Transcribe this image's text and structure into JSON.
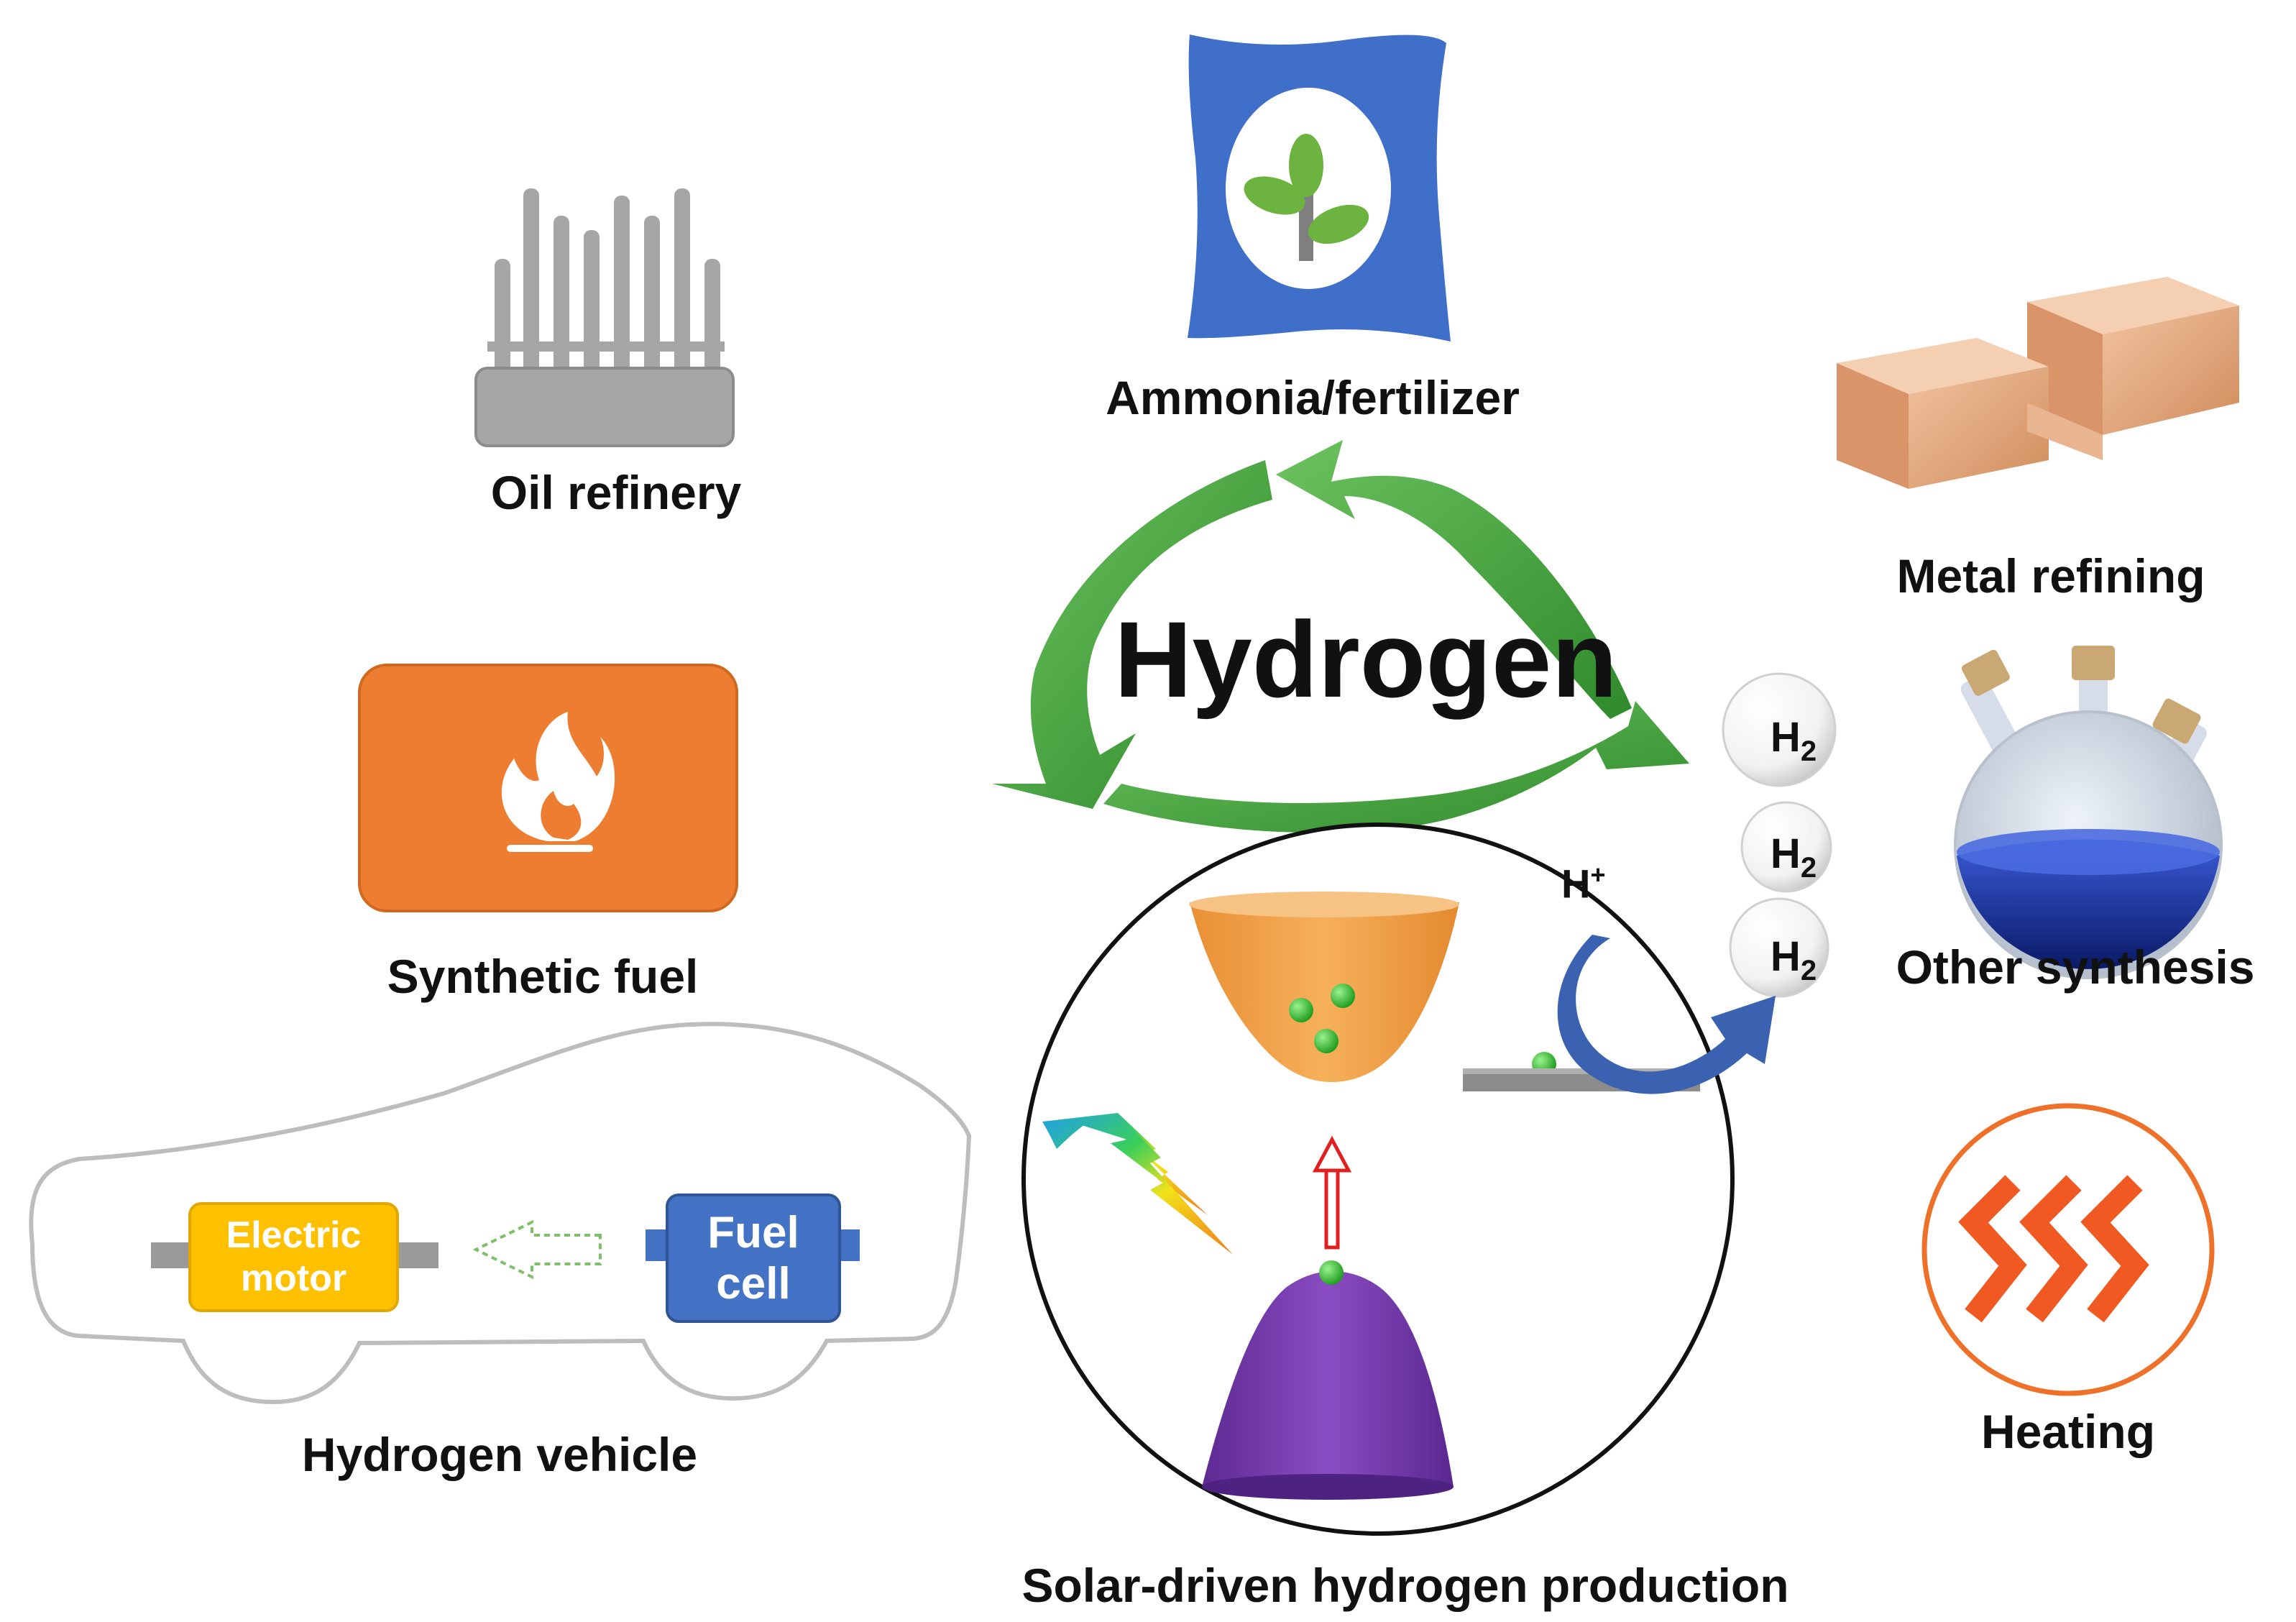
{
  "center": {
    "title": "Hydrogen"
  },
  "applications": {
    "ammonia": "Ammonia/fertilizer",
    "oil_refinery": "Oil refinery",
    "metal_refining": "Metal refining",
    "synthetic_fuel": "Synthetic fuel",
    "other_synthesis": "Other synthesis",
    "heating": "Heating",
    "hydrogen_vehicle": "Hydrogen vehicle"
  },
  "vehicle": {
    "motor_line1": "Electric",
    "motor_line2": "motor",
    "fuel_cell_line1": "Fuel",
    "fuel_cell_line2": "cell"
  },
  "production": {
    "label": "Solar-driven hydrogen production",
    "proton": "H",
    "proton_charge": "+",
    "molecule": "H",
    "molecule_subscript": "2"
  },
  "colors": {
    "cycle_arrow": "#3a9a35",
    "fertilizer_bag": "#3f6fc8",
    "refinery": "#a6a6a6",
    "synthetic_fuel_box": "#ed7d31",
    "copper_blocks": "#e6ad84",
    "heating_ring": "#ef7028",
    "motor_box": "#ffc000",
    "fuel_cell_box": "#4472c4",
    "conduction_band": "#f0a04b",
    "valence_band": "#7a3fb0",
    "electron": "#2ebd2e",
    "excitation_arrow": "#e02020",
    "transfer_arrow": "#3a62b0"
  }
}
